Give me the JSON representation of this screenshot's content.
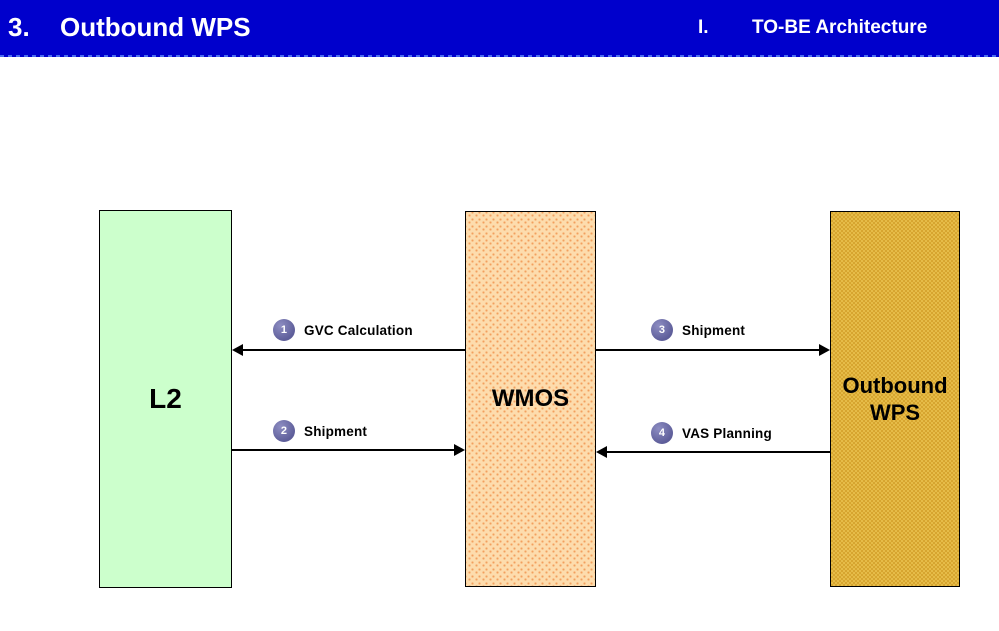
{
  "header": {
    "section_number": "3.",
    "title": "Outbound WPS",
    "subsection_number": "I.",
    "subtitle": "TO-BE Architecture"
  },
  "diagram": {
    "nodes": [
      {
        "id": "l2",
        "label": "L2",
        "fill": "#CCFFCC"
      },
      {
        "id": "wmos",
        "label": "WMOS",
        "fill": "#FDDCAD"
      },
      {
        "id": "outbound-wps",
        "label": "Outbound WPS",
        "fill": "#DFB13C"
      }
    ],
    "flows": [
      {
        "num": "1",
        "label": "GVC Calculation",
        "from": "WMOS",
        "to": "L2",
        "direction": "left"
      },
      {
        "num": "2",
        "label": "Shipment",
        "from": "L2",
        "to": "WMOS",
        "direction": "right"
      },
      {
        "num": "3",
        "label": "Shipment",
        "from": "WMOS",
        "to": "Outbound WPS",
        "direction": "right"
      },
      {
        "num": "4",
        "label": "VAS Planning",
        "from": "Outbound WPS",
        "to": "WMOS",
        "direction": "left"
      }
    ],
    "colors": {
      "header_bg": "#0000CC",
      "header_text": "#FFFFFF",
      "badge_fill": "#5D5D99",
      "arrow": "#000000"
    }
  }
}
